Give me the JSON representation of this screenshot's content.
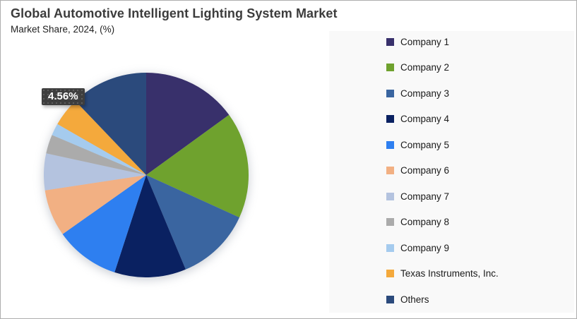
{
  "header": {
    "title": "Global Automotive Intelligent Lighting System Market",
    "subtitle": "Market Share, 2024, (%)"
  },
  "data_label": {
    "text": "4.56%"
  },
  "chart_data": {
    "type": "pie",
    "title": "Global Automotive Intelligent Lighting System Market",
    "subtitle": "Market Share, 2024, (%)",
    "legend_position": "right",
    "start_angle_deg": 0,
    "direction": "clockwise",
    "labeled_value": {
      "name": "Texas Instruments, Inc.",
      "label": "4.56%"
    },
    "series": [
      {
        "name": "Company 1",
        "value": 15.0,
        "color": "#38306B"
      },
      {
        "name": "Company 2",
        "value": 16.8,
        "color": "#6FA22E"
      },
      {
        "name": "Company 3",
        "value": 11.9,
        "color": "#3A65A0"
      },
      {
        "name": "Company 4",
        "value": 11.3,
        "color": "#0A2161"
      },
      {
        "name": "Company 5",
        "value": 10.2,
        "color": "#2E7FF0"
      },
      {
        "name": "Company 6",
        "value": 7.4,
        "color": "#F2B083"
      },
      {
        "name": "Company 7",
        "value": 5.8,
        "color": "#B4C3DF"
      },
      {
        "name": "Company 8",
        "value": 3.0,
        "color": "#ABABAB"
      },
      {
        "name": "Company 9",
        "value": 1.9,
        "color": "#A5CBEE"
      },
      {
        "name": "Texas Instruments, Inc.",
        "value": 4.56,
        "color": "#F4A93C"
      },
      {
        "name": "Others",
        "value": 12.14,
        "color": "#2B4A7C"
      }
    ]
  }
}
